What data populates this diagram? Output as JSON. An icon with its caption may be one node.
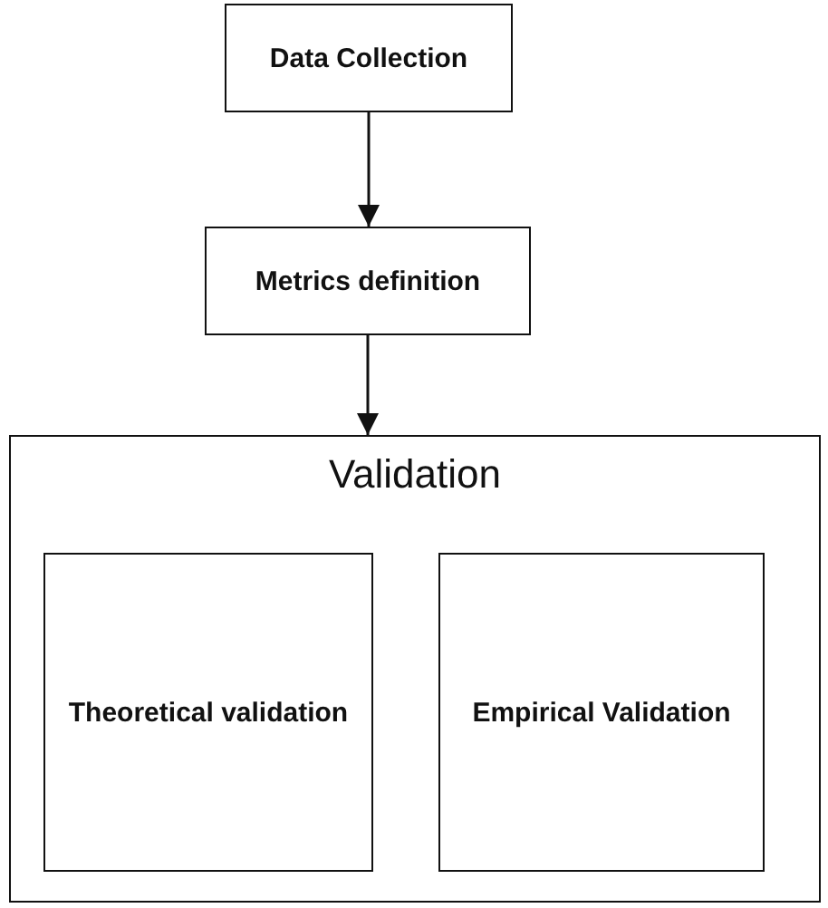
{
  "diagram": {
    "nodes": [
      {
        "text": [
          "Data Collection"
        ]
      },
      {
        "text": [
          "Metrics definition"
        ]
      },
      {
        "text": [
          "Validation"
        ]
      },
      {
        "text": [
          "Theoretical validation"
        ],
        "in": 2
      },
      {
        "text": [
          "Empirical Validation"
        ],
        "in": 2
      }
    ],
    "edges": [
      {
        "from": 0,
        "to": 1,
        "arrow": "to"
      },
      {
        "from": 1,
        "to": 2,
        "arrow": "to"
      }
    ]
  }
}
